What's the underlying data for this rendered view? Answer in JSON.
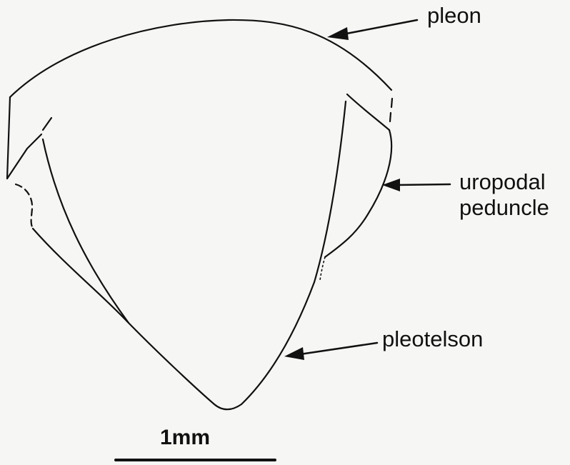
{
  "labels": {
    "pleon": "pleon",
    "uropodal_peduncle_line1": "uropodal",
    "uropodal_peduncle_line2": "peduncle",
    "pleotelson": "pleotelson"
  },
  "scale_bar": {
    "text": "1mm"
  },
  "colors": {
    "ink": "#111111",
    "paper": "#f6f6f4"
  }
}
